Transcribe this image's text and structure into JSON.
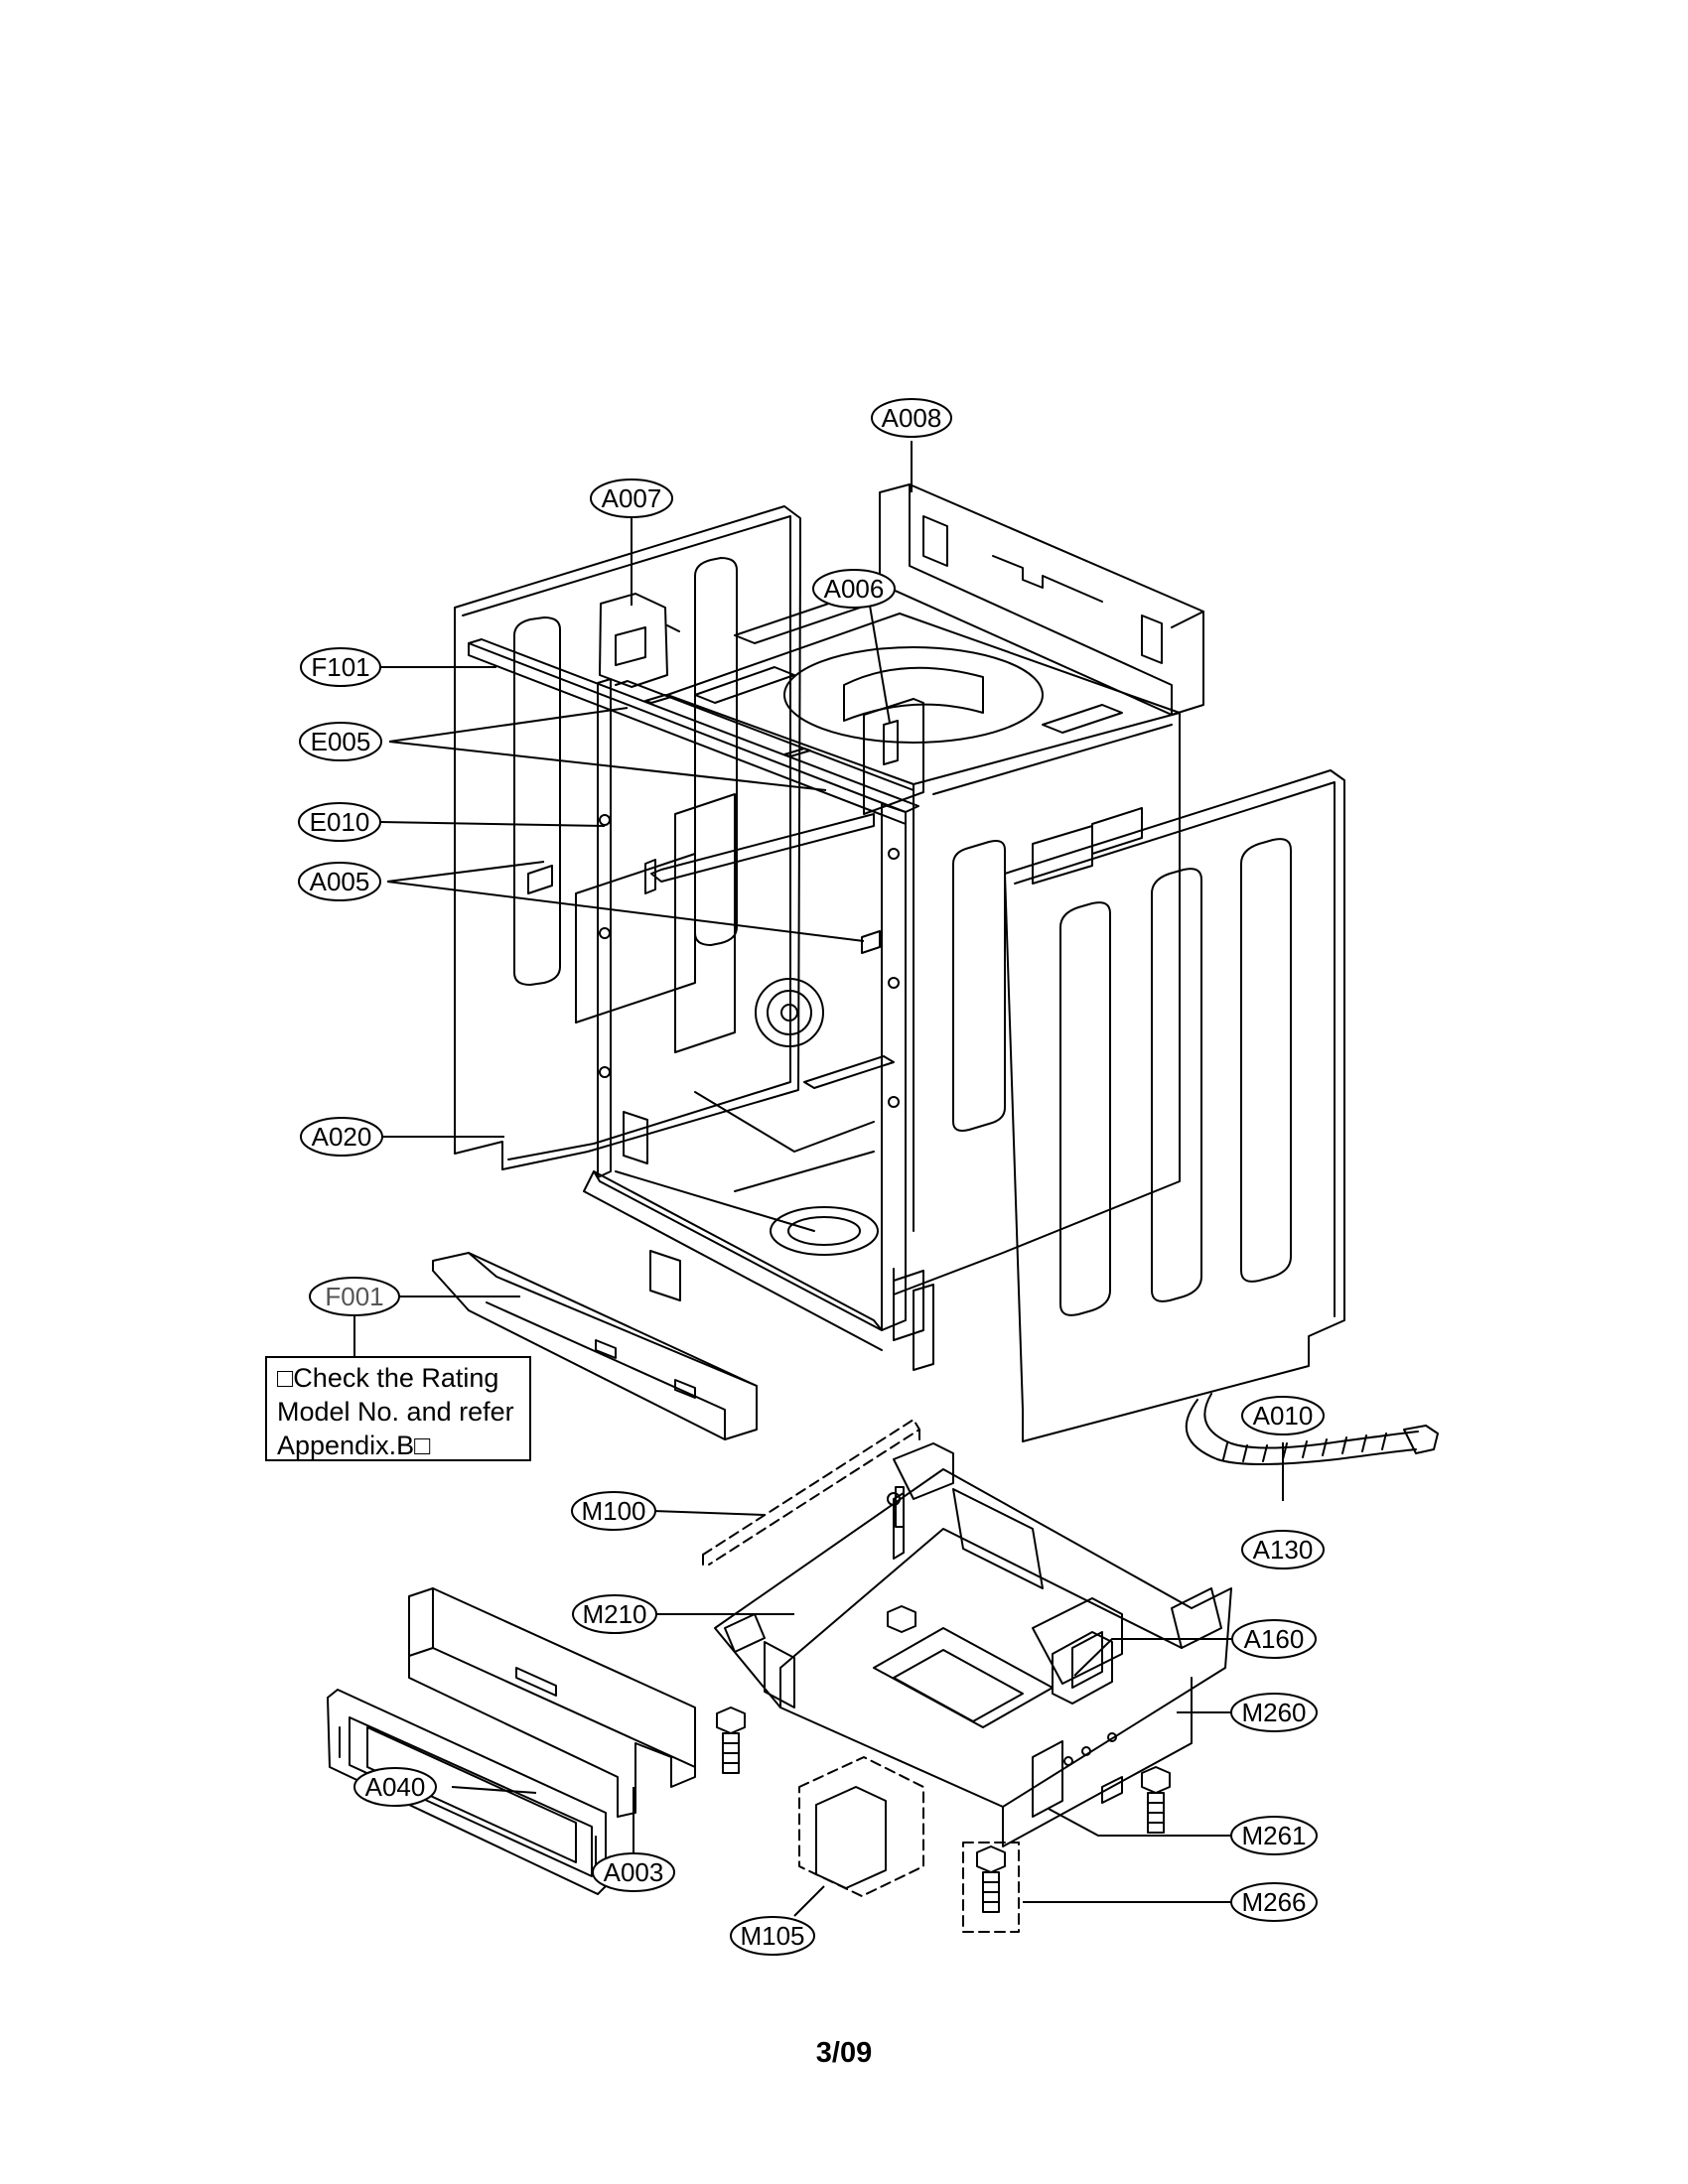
{
  "labels": {
    "A008": "A008",
    "A007": "A007",
    "A006": "A006",
    "F101": "F101",
    "E005": "E005",
    "E010": "E010",
    "A005": "A005",
    "A020": "A020",
    "F001": "F001",
    "A010": "A010",
    "M100": "M100",
    "A130": "A130",
    "M210": "M210",
    "A160": "A160",
    "M260": "M260",
    "A040": "A040",
    "M261": "M261",
    "A003": "A003",
    "M266": "M266",
    "M105": "M105"
  },
  "note": {
    "line1": "□Check the Rating",
    "line2": "Model No. and refer",
    "line3": "Appendix.B□"
  },
  "page_number": "3/09"
}
